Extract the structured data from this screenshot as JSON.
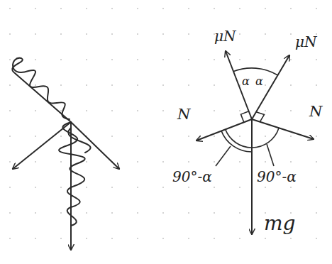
{
  "diagram": {
    "labels": [
      "μN",
      "μN",
      "α",
      "α",
      "N",
      "N",
      "90°-α",
      "90°-α",
      "mg"
    ]
  }
}
